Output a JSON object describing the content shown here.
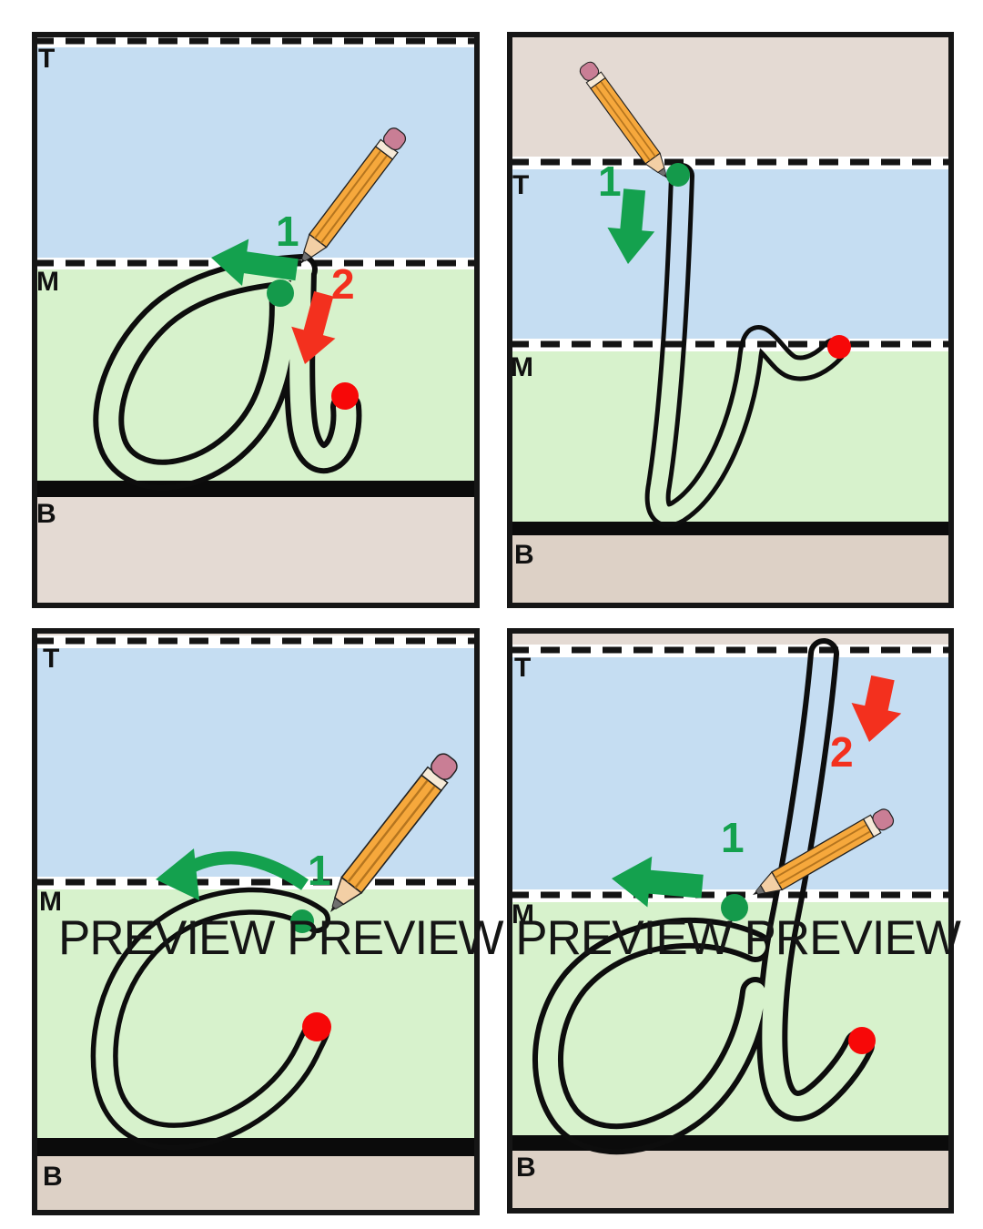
{
  "watermark": "PREVIEW PREVIEW PREVIEW PREVIEW",
  "colors": {
    "green": "#14a14e",
    "red": "#f3301e",
    "green_dot": "#149a4b",
    "red_dot": "#f70808",
    "blue_zone": "#c5ddf2",
    "green_zone": "#d7f2cc",
    "tan_light": "#e4dad3",
    "tan_dark": "#ddd1c6"
  },
  "panels": [
    {
      "letter": "a",
      "top_label": "T",
      "middle_label": "M",
      "bottom_label": "B",
      "strokes": [
        {
          "number": "1",
          "color": "green",
          "direction": "left along midline"
        },
        {
          "number": "2",
          "color": "red",
          "direction": "down"
        }
      ]
    },
    {
      "letter": "b",
      "top_label": "T",
      "middle_label": "M",
      "bottom_label": "B",
      "strokes": [
        {
          "number": "1",
          "color": "green",
          "direction": "down from top line"
        }
      ]
    },
    {
      "letter": "c",
      "top_label": "T",
      "middle_label": "M",
      "bottom_label": "B",
      "strokes": [
        {
          "number": "1",
          "color": "green",
          "direction": "curve left"
        }
      ]
    },
    {
      "letter": "d",
      "top_label": "T",
      "middle_label": "M",
      "bottom_label": "B",
      "strokes": [
        {
          "number": "1",
          "color": "green",
          "direction": "left along midline"
        },
        {
          "number": "2",
          "color": "red",
          "direction": "down from top line"
        }
      ]
    }
  ]
}
